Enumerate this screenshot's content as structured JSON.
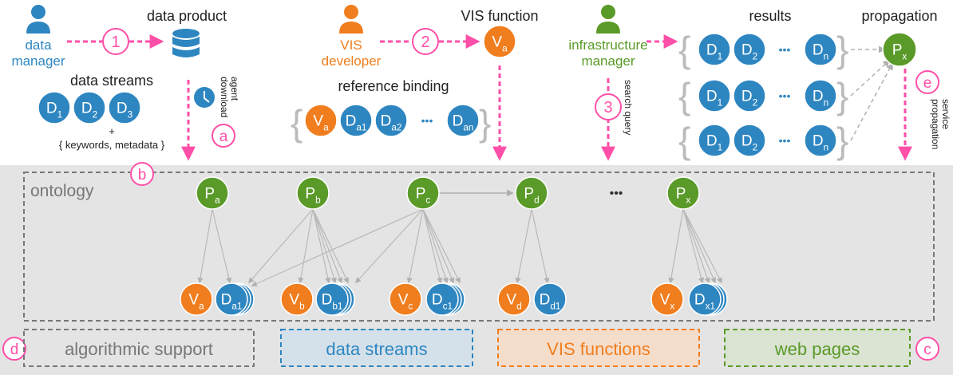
{
  "colors": {
    "blue": "#2e86c1",
    "orange": "#f07d1e",
    "green": "#5a9a28",
    "pink": "#ff4fa8",
    "grey_band": "#e4e4e4",
    "grey_text": "#777777",
    "dark": "#222222"
  },
  "top": {
    "data_manager": "data\nmanager",
    "data_product": "data product",
    "step1": "1",
    "data_streams": "data streams",
    "streams": [
      "D1",
      "D2",
      "D3"
    ],
    "plus": "+",
    "keywords": "{ keywords, metadata }",
    "download_agent": "download\nagent",
    "step_a": "a",
    "vis_developer": "VIS\ndeveloper",
    "step2": "2",
    "vis_function": "VIS function",
    "va_node": "Va",
    "reference_binding": "reference binding",
    "binding": [
      "Va",
      "Da1",
      "Da2",
      "Dan"
    ],
    "infrastructure_manager": "infrastructure\nmanager",
    "step3": "3",
    "search_query": "search query",
    "results": "results",
    "propagation": "propagation",
    "px_node": "Px",
    "step_e": "e",
    "propagation_service": "propagation\nservice",
    "result_row": [
      "D1",
      "D2",
      "Dn"
    ]
  },
  "ontology": {
    "label": "ontology",
    "step_b": "b",
    "nodes": [
      "Pa",
      "Pb",
      "Pc",
      "Pd",
      "Px"
    ],
    "ellipsis": "•••",
    "vis": [
      "Va",
      "Vb",
      "Vc",
      "Vd",
      "Vx"
    ],
    "data": [
      "Da1",
      "Db1",
      "Dc1",
      "Dd1",
      "Dx1"
    ]
  },
  "bottom": {
    "step_d": "d",
    "algorithmic_support": "algorithmic support",
    "data_streams": "data streams",
    "vis_functions": "VIS functions",
    "web_pages": "web pages",
    "step_c": "c"
  }
}
